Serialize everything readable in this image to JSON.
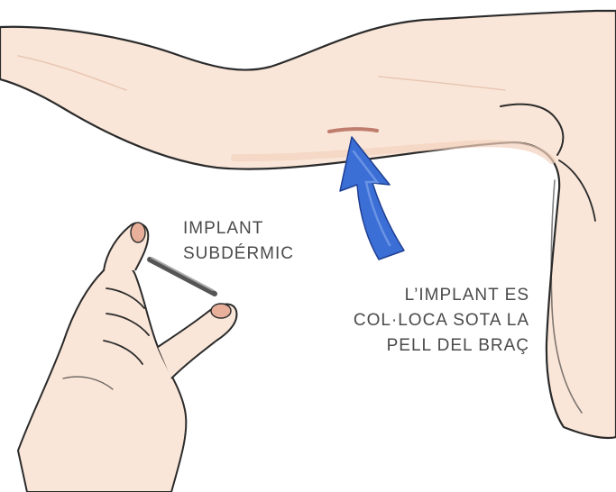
{
  "labels": {
    "implant": [
      "IMPLANT",
      "SUBDÉRMIC"
    ],
    "placement": [
      "L’IMPLANT ES",
      "COL·LOCA SOTA LA",
      "PELL DEL BRAÇ"
    ]
  },
  "colors": {
    "skin": "#fae6d8",
    "skin_shade": "#f2d2bd",
    "outline": "#2b2b2b",
    "arrow": "#3b6fd6",
    "arrow_dark": "#1f3f91",
    "scar": "#b46a5c",
    "text": "#4a4a4a"
  },
  "icons": {
    "arrow": "up-arrow-icon",
    "implant_rod": "implant-rod-icon"
  }
}
